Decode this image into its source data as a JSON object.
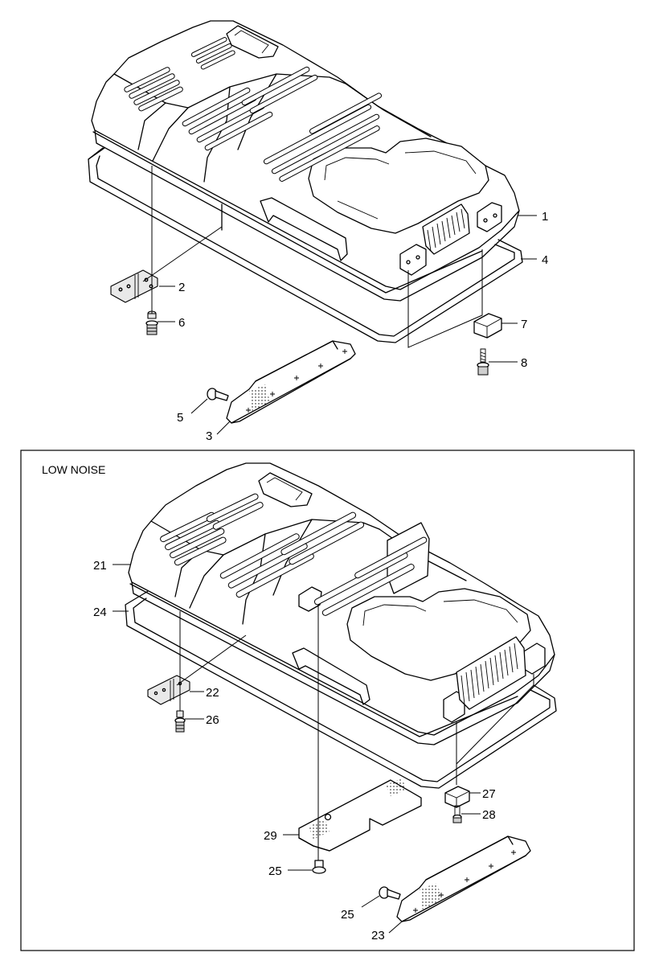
{
  "inset": {
    "title": "LOW NOISE"
  },
  "callouts": {
    "c1": "1",
    "c2": "2",
    "c3": "3",
    "c4": "4",
    "c5": "5",
    "c6": "6",
    "c7": "7",
    "c8": "8",
    "c21": "21",
    "c22": "22",
    "c23": "23",
    "c24": "24",
    "c25a": "25",
    "c25b": "25",
    "c26": "26",
    "c27": "27",
    "c28": "28",
    "c29": "29"
  }
}
